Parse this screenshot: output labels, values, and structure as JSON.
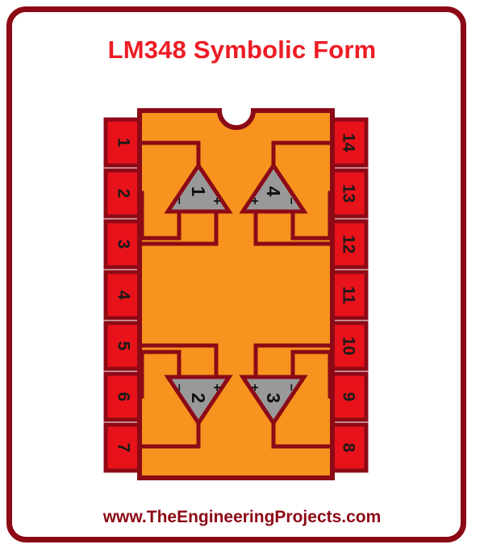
{
  "page": {
    "title": "LM348 Symbolic Form",
    "footer": "www.TheEngineeringProjects.com"
  },
  "colors": {
    "frame": "#8C0A16",
    "title_text": "#ED1C24",
    "footer_text": "#8C0A16",
    "chip_body": "#F7931E",
    "chip_outline": "#8C0A16",
    "pin_fill": "#E8121A",
    "pin_outline": "#8C0A16",
    "opamp_fill": "#999999",
    "opamp_outline": "#8C0A16",
    "wire": "#8C0A16",
    "background": "#FFFFFF"
  },
  "chip": {
    "part_number": "LM348",
    "package": "DIP-14",
    "pin_count": 14,
    "notch": "top-center-semicircle",
    "left_pins": [
      {
        "number": "1"
      },
      {
        "number": "2"
      },
      {
        "number": "3"
      },
      {
        "number": "4"
      },
      {
        "number": "5"
      },
      {
        "number": "6"
      },
      {
        "number": "7"
      }
    ],
    "right_pins": [
      {
        "number": "14"
      },
      {
        "number": "13"
      },
      {
        "number": "12"
      },
      {
        "number": "11"
      },
      {
        "number": "10"
      },
      {
        "number": "9"
      },
      {
        "number": "8"
      }
    ],
    "opamps": [
      {
        "number": "1",
        "position": "top-left",
        "orientation": "up",
        "minus_side": "left",
        "plus_side": "right"
      },
      {
        "number": "4",
        "position": "top-right",
        "orientation": "up",
        "minus_side": "right",
        "plus_side": "left"
      },
      {
        "number": "2",
        "position": "bottom-left",
        "orientation": "down",
        "minus_side": "left",
        "plus_side": "right"
      },
      {
        "number": "3",
        "position": "bottom-right",
        "orientation": "down",
        "minus_side": "right",
        "plus_side": "left"
      }
    ],
    "signs": {
      "minus": "–",
      "plus": "+"
    }
  }
}
